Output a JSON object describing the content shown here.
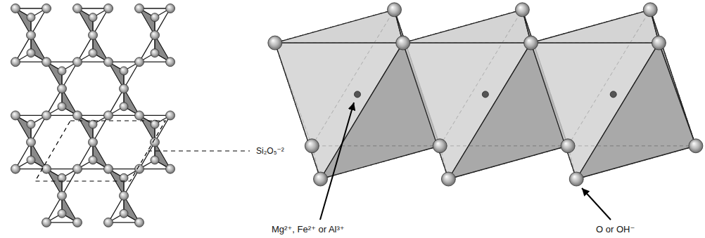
{
  "diagram": {
    "labels": [
      "Si₂O₅⁻²",
      "Mg²⁺, Fe²⁺ or Al³⁺",
      "O or OH⁻"
    ]
  }
}
